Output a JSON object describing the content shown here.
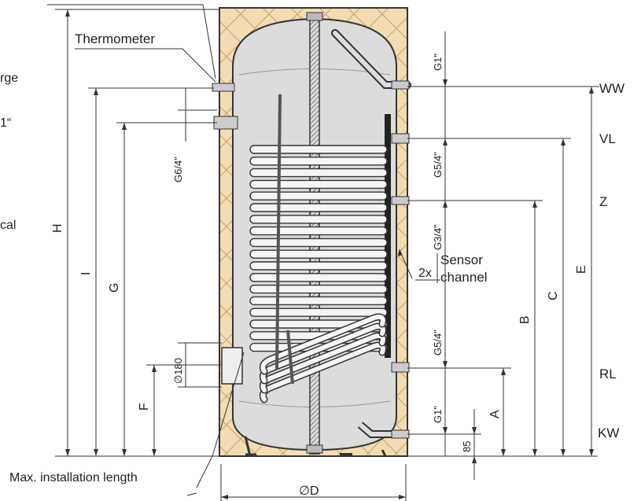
{
  "labels": {
    "thermometer": "Thermometer",
    "partial_top": "rge",
    "partial_mid": "1“",
    "partial_low": "cal",
    "ww": "WW",
    "vl": "VL",
    "z": "Z",
    "rl": "RL",
    "kw": "KW",
    "sensor_count": "2x",
    "sensor_line1": "Sensor",
    "sensor_line2": "channel",
    "max_install": "Max. installation length",
    "diameter": "∅D"
  },
  "dimensions": {
    "H": "H",
    "I": "I",
    "G": "G",
    "F": "F",
    "C": "C",
    "B": "B",
    "A": "A",
    "E": "E",
    "d85": "85",
    "d180": "∅180",
    "g6_4": "G6/4\"",
    "g1_top": "G1\"",
    "g5_4_top": "G5/4\"",
    "g3_4": "G3/4\"",
    "g5_4_bot": "G5/4\"",
    "g1_bot": "G1\""
  }
}
